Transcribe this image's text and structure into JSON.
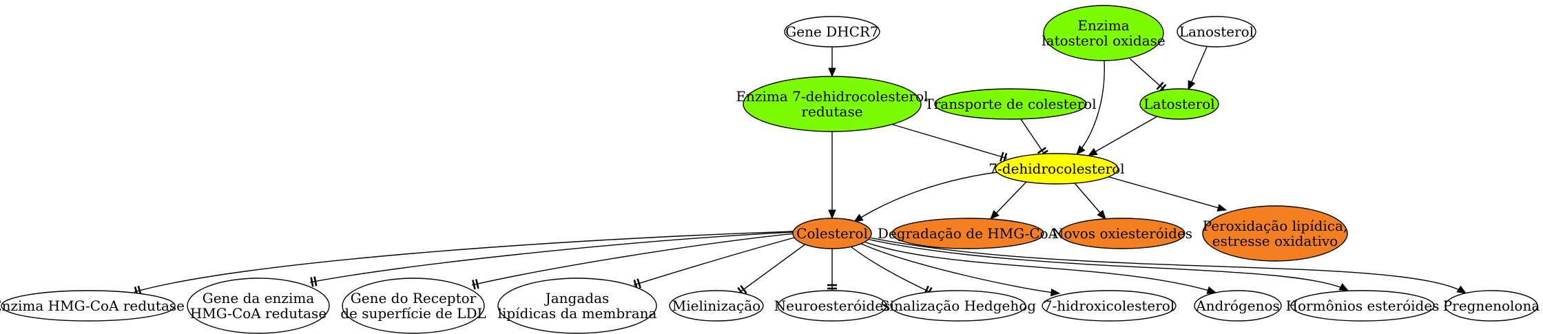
{
  "colors": {
    "green": "#7cfc00",
    "yellow": "#ffff00",
    "orange": "#f47f20",
    "white": "#ffffff"
  },
  "nodes": {
    "gene_dhcr7": {
      "lines": [
        "Gene DHCR7"
      ],
      "color": "white"
    },
    "enzima_latosterol": {
      "lines": [
        "Enzima",
        "latosterol oxidase"
      ],
      "color": "green"
    },
    "lanosterol": {
      "lines": [
        "Lanosterol"
      ],
      "color": "white"
    },
    "enzima_7dhc": {
      "lines": [
        "Enzima 7-dehidrocolesterol",
        "redutase"
      ],
      "color": "green"
    },
    "transporte": {
      "lines": [
        "Transporte de colesterol"
      ],
      "color": "green"
    },
    "latosterol": {
      "lines": [
        "Latosterol"
      ],
      "color": "green"
    },
    "dhc7": {
      "lines": [
        "7-dehidrocolesterol"
      ],
      "color": "yellow"
    },
    "colesterol": {
      "lines": [
        "Colesterol"
      ],
      "color": "orange"
    },
    "degradacao": {
      "lines": [
        "Degradação de HMG-CoA"
      ],
      "color": "orange"
    },
    "oxiesteroides": {
      "lines": [
        "Novos oxiesteróides"
      ],
      "color": "orange"
    },
    "peroxidacao": {
      "lines": [
        "Peroxidação lipídica,",
        "estresse oxidativo"
      ],
      "color": "orange"
    },
    "hmgcoa_redutase": {
      "lines": [
        "Enzima HMG-CoA redutase"
      ],
      "color": "white"
    },
    "gene_hmgcoa": {
      "lines": [
        "Gene da enzima",
        "HMG-CoA redutase"
      ],
      "color": "white"
    },
    "gene_ldl": {
      "lines": [
        "Gene do Receptor",
        "de superfície de LDL"
      ],
      "color": "white"
    },
    "jangadas": {
      "lines": [
        "Jangadas",
        "lipídicas da membrana"
      ],
      "color": "white"
    },
    "mielinizacao": {
      "lines": [
        "Mielinização"
      ],
      "color": "white"
    },
    "neuroesteroides": {
      "lines": [
        "Neuroesteróides"
      ],
      "color": "white"
    },
    "hedgehog": {
      "lines": [
        "Sinalização Hedgehog"
      ],
      "color": "white"
    },
    "hidroxicolesterol": {
      "lines": [
        "7-hidroxicolesterol"
      ],
      "color": "white"
    },
    "androgenos": {
      "lines": [
        "Andrógenos"
      ],
      "color": "white"
    },
    "hormonios": {
      "lines": [
        "Hormônios esteróides"
      ],
      "color": "white"
    },
    "pregnenolona": {
      "lines": [
        "Pregnenolona"
      ],
      "color": "white"
    }
  },
  "edges": [
    {
      "from": "gene_dhcr7",
      "to": "enzima_7dhc",
      "type": "arrow"
    },
    {
      "from": "enzima_latosterol",
      "to": "latosterol",
      "type": "tee"
    },
    {
      "from": "lanosterol",
      "to": "latosterol",
      "type": "arrow"
    },
    {
      "from": "enzima_latosterol",
      "to": "dhc7",
      "type": "arrow"
    },
    {
      "from": "enzima_7dhc",
      "to": "dhc7",
      "type": "tee"
    },
    {
      "from": "transporte",
      "to": "dhc7",
      "type": "tee"
    },
    {
      "from": "latosterol",
      "to": "dhc7",
      "type": "arrow"
    },
    {
      "from": "enzima_7dhc",
      "to": "colesterol",
      "type": "arrow"
    },
    {
      "from": "dhc7",
      "to": "colesterol",
      "type": "arrow"
    },
    {
      "from": "dhc7",
      "to": "degradacao",
      "type": "arrow"
    },
    {
      "from": "dhc7",
      "to": "oxiesteroides",
      "type": "arrow"
    },
    {
      "from": "dhc7",
      "to": "peroxidacao",
      "type": "arrow"
    },
    {
      "from": "colesterol",
      "to": "hmgcoa_redutase",
      "type": "tee"
    },
    {
      "from": "colesterol",
      "to": "gene_hmgcoa",
      "type": "tee"
    },
    {
      "from": "colesterol",
      "to": "gene_ldl",
      "type": "tee"
    },
    {
      "from": "colesterol",
      "to": "jangadas",
      "type": "tee"
    },
    {
      "from": "colesterol",
      "to": "mielinizacao",
      "type": "tee"
    },
    {
      "from": "colesterol",
      "to": "neuroesteroides",
      "type": "tee"
    },
    {
      "from": "colesterol",
      "to": "hedgehog",
      "type": "tee"
    },
    {
      "from": "colesterol",
      "to": "hidroxicolesterol",
      "type": "arrow"
    },
    {
      "from": "colesterol",
      "to": "androgenos",
      "type": "arrow"
    },
    {
      "from": "colesterol",
      "to": "hormonios",
      "type": "arrow"
    },
    {
      "from": "colesterol",
      "to": "pregnenolona",
      "type": "arrow"
    }
  ]
}
